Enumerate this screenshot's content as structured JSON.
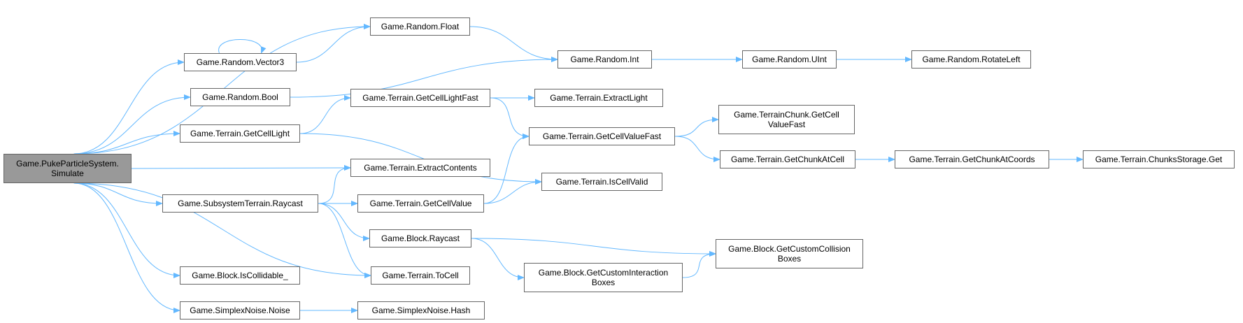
{
  "graph": {
    "edge_color": "#63b8ff",
    "root_fill": "#999999",
    "node_border": "#666666",
    "nodes": [
      {
        "id": "root",
        "lines": [
          "Game.PukeParticleSystem.",
          "Simulate"
        ],
        "root": true
      },
      {
        "id": "vec3",
        "lines": [
          "Game.Random.Vector3"
        ]
      },
      {
        "id": "rbool",
        "lines": [
          "Game.Random.Bool"
        ]
      },
      {
        "id": "getcelllight",
        "lines": [
          "Game.Terrain.GetCellLight"
        ]
      },
      {
        "id": "subray",
        "lines": [
          "Game.SubsystemTerrain.Raycast"
        ]
      },
      {
        "id": "iscoll",
        "lines": [
          "Game.Block.IsCollidable_"
        ]
      },
      {
        "id": "noise",
        "lines": [
          "Game.SimplexNoise.Noise"
        ]
      },
      {
        "id": "rfloat",
        "lines": [
          "Game.Random.Float"
        ]
      },
      {
        "id": "lightfast",
        "lines": [
          "Game.Terrain.GetCellLightFast"
        ]
      },
      {
        "id": "extractcontents",
        "lines": [
          "Game.Terrain.ExtractContents"
        ]
      },
      {
        "id": "getcellvalue",
        "lines": [
          "Game.Terrain.GetCellValue"
        ]
      },
      {
        "id": "blockray",
        "lines": [
          "Game.Block.Raycast"
        ]
      },
      {
        "id": "tocell",
        "lines": [
          "Game.Terrain.ToCell"
        ]
      },
      {
        "id": "hash",
        "lines": [
          "Game.SimplexNoise.Hash"
        ]
      },
      {
        "id": "rint",
        "lines": [
          "Game.Random.Int"
        ]
      },
      {
        "id": "extractlight",
        "lines": [
          "Game.Terrain.ExtractLight"
        ]
      },
      {
        "id": "valuefast",
        "lines": [
          "Game.Terrain.GetCellValueFast"
        ]
      },
      {
        "id": "isvalid",
        "lines": [
          "Game.Terrain.IsCellValid"
        ]
      },
      {
        "id": "interboxes",
        "lines": [
          "Game.Block.GetCustomInteraction",
          "Boxes"
        ]
      },
      {
        "id": "ruint",
        "lines": [
          "Game.Random.UInt"
        ]
      },
      {
        "id": "chunkvaluefast",
        "lines": [
          "Game.TerrainChunk.GetCell",
          "ValueFast"
        ]
      },
      {
        "id": "chunkatcell",
        "lines": [
          "Game.Terrain.GetChunkAtCell"
        ]
      },
      {
        "id": "collboxes",
        "lines": [
          "Game.Block.GetCustomCollision",
          "Boxes"
        ]
      },
      {
        "id": "rotl",
        "lines": [
          "Game.Random.RotateLeft"
        ]
      },
      {
        "id": "chunkatcoords",
        "lines": [
          "Game.Terrain.GetChunkAtCoords"
        ]
      },
      {
        "id": "storageget",
        "lines": [
          "Game.Terrain.ChunksStorage.Get"
        ]
      }
    ],
    "edges": [
      [
        "root",
        "rfloat"
      ],
      [
        "root",
        "vec3"
      ],
      [
        "root",
        "rbool"
      ],
      [
        "root",
        "getcelllight"
      ],
      [
        "root",
        "extractcontents"
      ],
      [
        "root",
        "subray"
      ],
      [
        "root",
        "tocell"
      ],
      [
        "root",
        "iscoll"
      ],
      [
        "root",
        "noise"
      ],
      [
        "vec3",
        "vec3"
      ],
      [
        "vec3",
        "rfloat"
      ],
      [
        "rfloat",
        "rint"
      ],
      [
        "rbool",
        "rint"
      ],
      [
        "rint",
        "ruint"
      ],
      [
        "ruint",
        "rotl"
      ],
      [
        "getcelllight",
        "lightfast"
      ],
      [
        "getcelllight",
        "isvalid"
      ],
      [
        "lightfast",
        "extractlight"
      ],
      [
        "lightfast",
        "valuefast"
      ],
      [
        "valuefast",
        "chunkvaluefast"
      ],
      [
        "valuefast",
        "chunkatcell"
      ],
      [
        "chunkatcell",
        "chunkatcoords"
      ],
      [
        "chunkatcoords",
        "storageget"
      ],
      [
        "subray",
        "extractcontents"
      ],
      [
        "subray",
        "getcellvalue"
      ],
      [
        "subray",
        "blockray"
      ],
      [
        "subray",
        "tocell"
      ],
      [
        "getcellvalue",
        "valuefast"
      ],
      [
        "getcellvalue",
        "isvalid"
      ],
      [
        "blockray",
        "collboxes"
      ],
      [
        "blockray",
        "interboxes"
      ],
      [
        "interboxes",
        "collboxes"
      ],
      [
        "noise",
        "hash"
      ]
    ]
  }
}
